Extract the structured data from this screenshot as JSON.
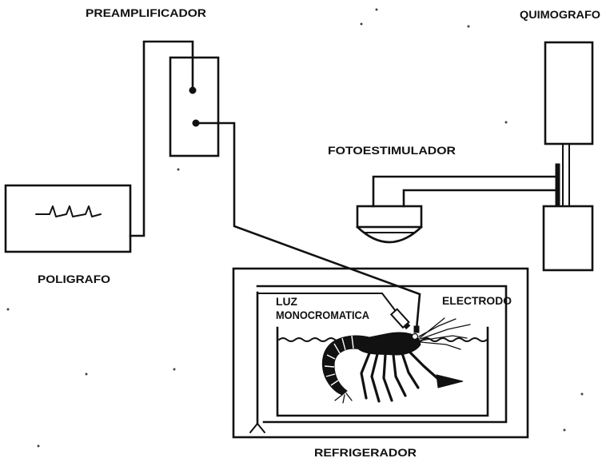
{
  "labels": {
    "preamplifier": "PREAMPLIFICADOR",
    "kymograph": "QUIMOGRAFO",
    "photostimulator": "FOTOESTIMULADOR",
    "polygraph": "POLIGRAFO",
    "light_line1": "LUZ",
    "light_line2": "MONOCROMATICA",
    "electrode": "ELECTRODO",
    "refrigerator": "REFRIGERADOR"
  },
  "colors": {
    "ink": "#111111",
    "paper": "#ffffff"
  }
}
